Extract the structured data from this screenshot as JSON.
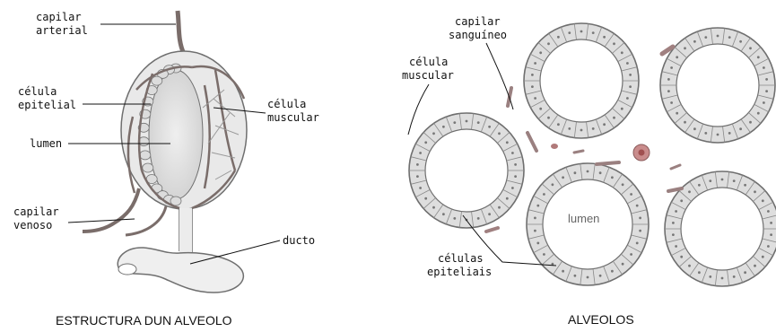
{
  "left_panel": {
    "caption": "ESTRUCTURA DUN ALVEOLO",
    "labels": {
      "capilar_arterial": [
        "capilar",
        "arterial"
      ],
      "celula_epitelial": [
        "célula",
        "epitelial"
      ],
      "lumen": "lumen",
      "celula_muscular": [
        "célula",
        "muscular"
      ],
      "capilar_venoso": [
        "capilar",
        "venoso"
      ],
      "ducto": "ducto"
    }
  },
  "right_panel": {
    "caption": "ALVEOLOS",
    "labels": {
      "capilar_sanguineo": [
        "capilar",
        "sanguíneo"
      ],
      "celula_muscular": [
        "célula",
        "muscular"
      ],
      "lumen": "lumen",
      "celulas_epiteliais": [
        "células",
        "epiteliais"
      ]
    }
  },
  "colors": {
    "ink": "#111111",
    "outline": "#6f6f6f",
    "capillary": "#8a7a78",
    "epithelium": "#d9d9d9",
    "blood": "#b06b6b"
  }
}
